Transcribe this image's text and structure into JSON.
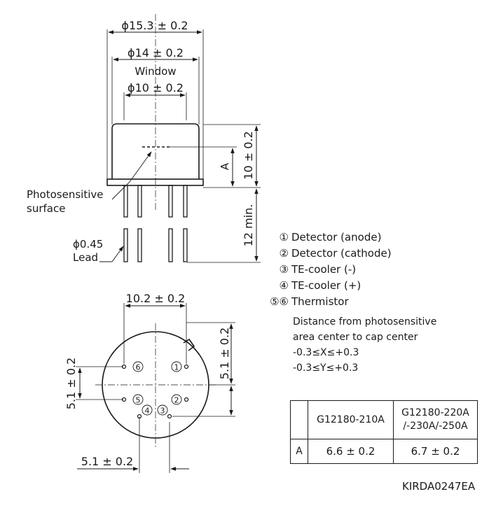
{
  "dimensions": {
    "cap_outer": "ϕ15.3 ± 0.2",
    "cap_inner": "ϕ14 ± 0.2",
    "window_label": "Window",
    "window_dia": "ϕ10 ± 0.2",
    "height": "10 ± 0.2",
    "a_label": "A",
    "lead_length": "12 min.",
    "lead_dia": "ϕ0.45",
    "lead_label": "Lead",
    "photosensitive_1": "Photosensitive",
    "photosensitive_2": "surface",
    "pin_spacing_top": "10.2 ± 0.2",
    "pin_spacing_right": "5.1 ± 0.2",
    "pin_spacing_left": "5.1 ± 0.2",
    "pin_spacing_bottom": "5.1 ± 0.2"
  },
  "pin_circles": {
    "p1": "1",
    "p2": "2",
    "p3": "3",
    "p4": "4",
    "p5": "5",
    "p6": "6"
  },
  "pins": [
    {
      "num": "①",
      "label": "Detector (anode)"
    },
    {
      "num": "②",
      "label": "Detector (cathode)"
    },
    {
      "num": "③",
      "label": "TE-cooler (-)"
    },
    {
      "num": "④",
      "label": "TE-cooler (+)"
    },
    {
      "num": "⑤⑥",
      "label": "Thermistor"
    }
  ],
  "note": {
    "line1": "Distance from photosensitive",
    "line2": "area center to cap center",
    "line3": "-0.3≤X≤+0.3",
    "line4": "-0.3≤Y≤+0.3"
  },
  "table": {
    "col1": "G12180-210A",
    "col2_line1": "G12180-220A",
    "col2_line2": "/-230A/-250A",
    "row_label": "A",
    "val1": "6.6 ± 0.2",
    "val2": "6.7 ± 0.2"
  },
  "doc_id": "KIRDA0247EA"
}
